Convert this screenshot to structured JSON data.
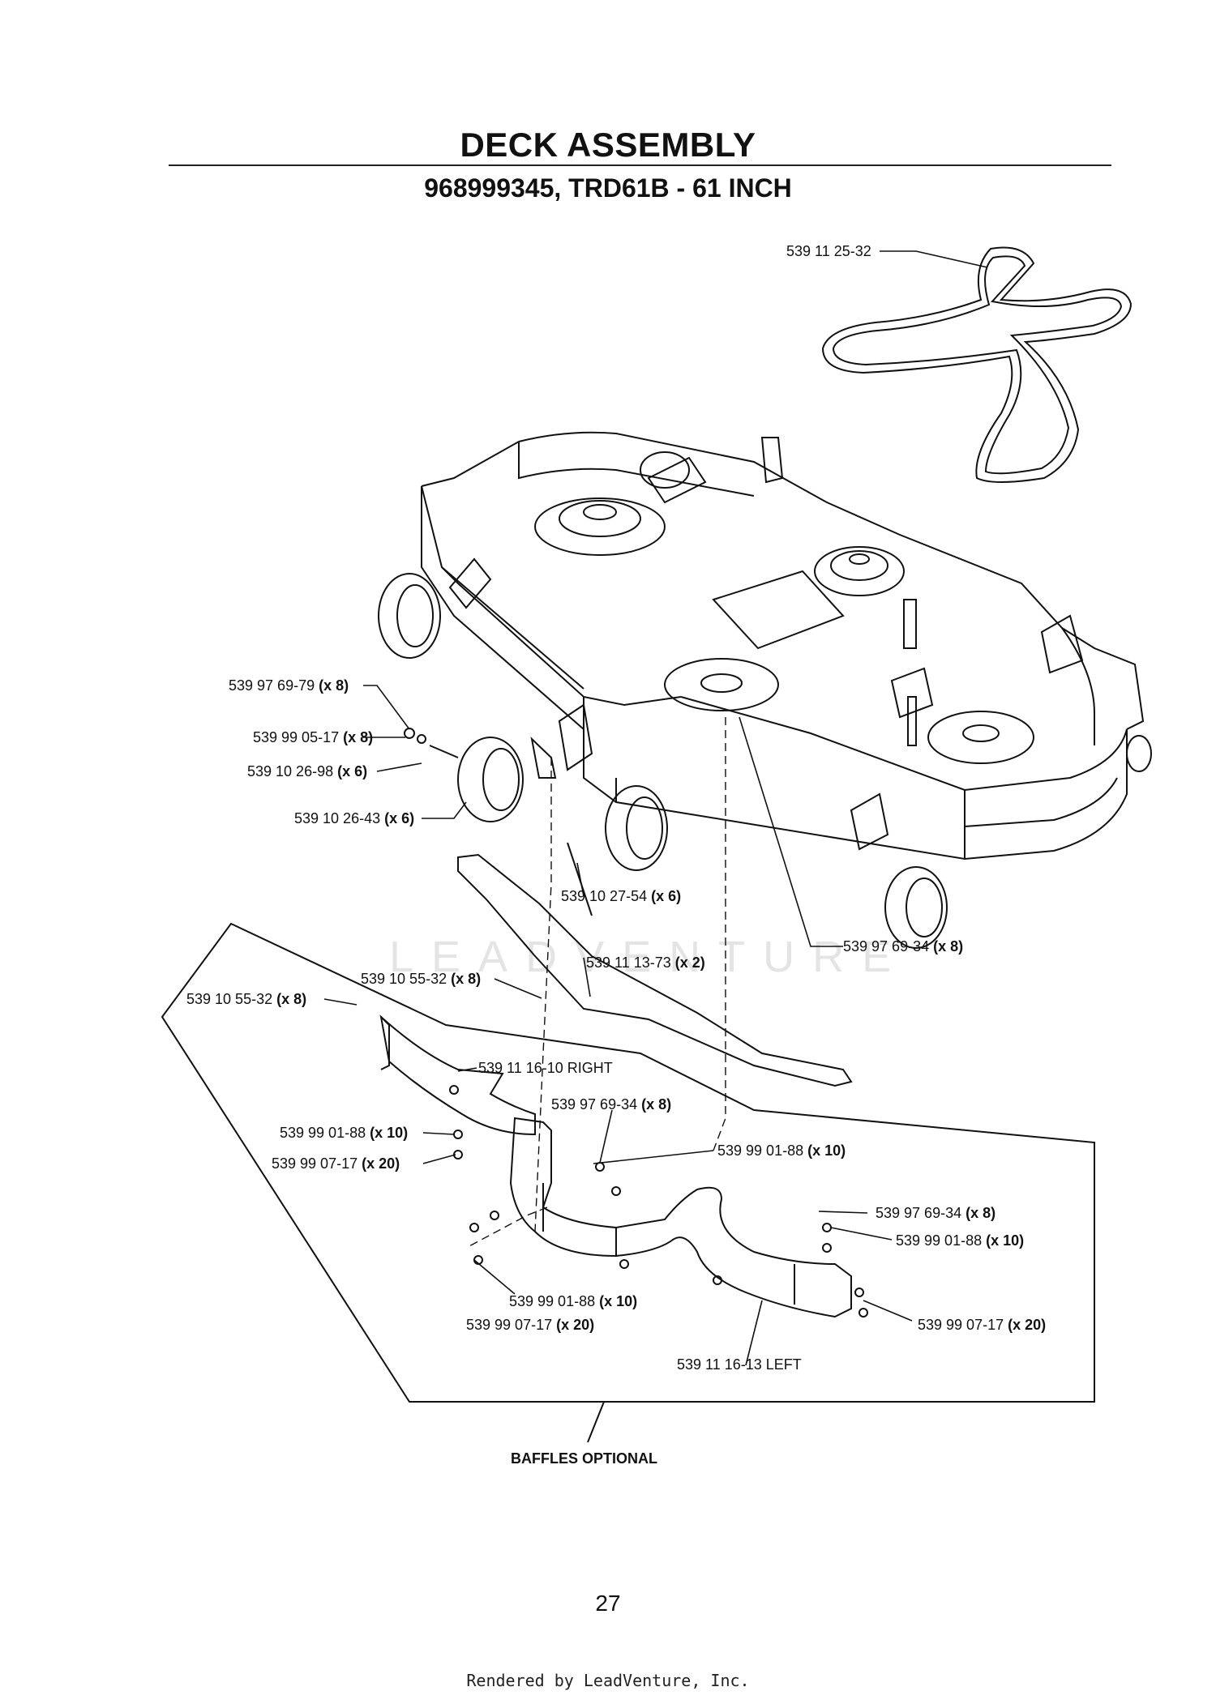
{
  "header": {
    "title": "DECK ASSEMBLY",
    "subtitle": "968999345, TRD61B - 61 INCH"
  },
  "watermark": "LEADVENTURE",
  "callouts": [
    {
      "part": "539 11 25-32",
      "qty": ""
    },
    {
      "part": "539 97 69-79",
      "qty": "(x 8)"
    },
    {
      "part": "539 99 05-17",
      "qty": "(x 8)"
    },
    {
      "part": "539 10 26-98",
      "qty": "(x 6)"
    },
    {
      "part": "539 10 26-43",
      "qty": "(x 6)"
    },
    {
      "part": "539 10 27-54",
      "qty": "(x 6)"
    },
    {
      "part": "539 97 69-34",
      "qty": "(x 8)"
    },
    {
      "part": "539 10 55-32",
      "qty": "(x 8)"
    },
    {
      "part": "539 11 13-73",
      "qty": "(x 2)"
    },
    {
      "part": "539 10 55-32",
      "qty": "(x 8)"
    },
    {
      "part": "539 11 16-10 RIGHT",
      "qty": ""
    },
    {
      "part": "539 97 69-34",
      "qty": "(x 8)"
    },
    {
      "part": "539 99 01-88",
      "qty": "(x 10)"
    },
    {
      "part": "539 99 07-17",
      "qty": "(x 20)"
    },
    {
      "part": "539 99 01-88",
      "qty": "(x 10)"
    },
    {
      "part": "539 97 69-34",
      "qty": "(x 8)"
    },
    {
      "part": "539 99 01-88",
      "qty": "(x 10)"
    },
    {
      "part": "539 99 01-88",
      "qty": "(x 10)"
    },
    {
      "part": "539 99 07-17",
      "qty": "(x 20)"
    },
    {
      "part": "539 99 07-17",
      "qty": "(x 20)"
    },
    {
      "part": "539 11 16-13 LEFT",
      "qty": ""
    }
  ],
  "baffles_label": "BAFFLES OPTIONAL",
  "page_number": "27",
  "footer": "Rendered by LeadVenture, Inc."
}
